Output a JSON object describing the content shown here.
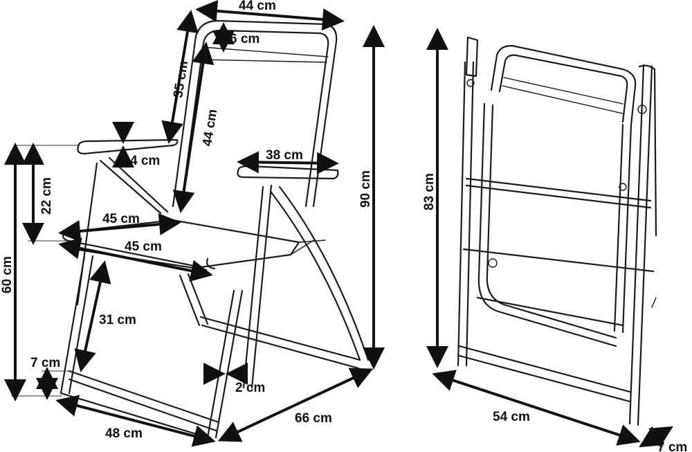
{
  "diagram": {
    "chair_open": {
      "dimensions": {
        "back_top_width": "44 cm",
        "back_top_band": "6 cm",
        "back_outer_height": "35 cm",
        "back_inner_height": "44 cm",
        "armrest_thickness": "4 cm",
        "armrest_length": "38 cm",
        "armrest_height": "22 cm",
        "seat_depth_inner": "45 cm",
        "seat_depth": "45 cm",
        "seat_height": "60 cm",
        "leg_height": "31 cm",
        "foot_height": "7 cm",
        "tube_width": "2 cm",
        "base_width": "48 cm",
        "base_depth": "66 cm",
        "total_height": "90 cm"
      }
    },
    "chair_folded": {
      "dimensions": {
        "folded_height": "83 cm",
        "folded_width": "54 cm",
        "folded_thickness": "7 cm"
      }
    }
  }
}
